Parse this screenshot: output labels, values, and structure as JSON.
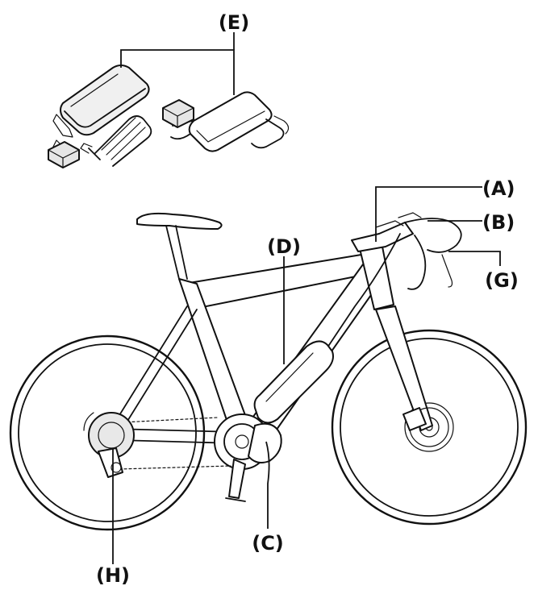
{
  "labels": {
    "a": "(A)",
    "b": "(B)",
    "c": "(C)",
    "d": "(D)",
    "e": "(E)",
    "g": "(G)",
    "h": "(H)"
  },
  "colors": {
    "ink": "#111111",
    "battery_fill": "#9a9a9a",
    "charger_fill": "#d9d9d9"
  }
}
